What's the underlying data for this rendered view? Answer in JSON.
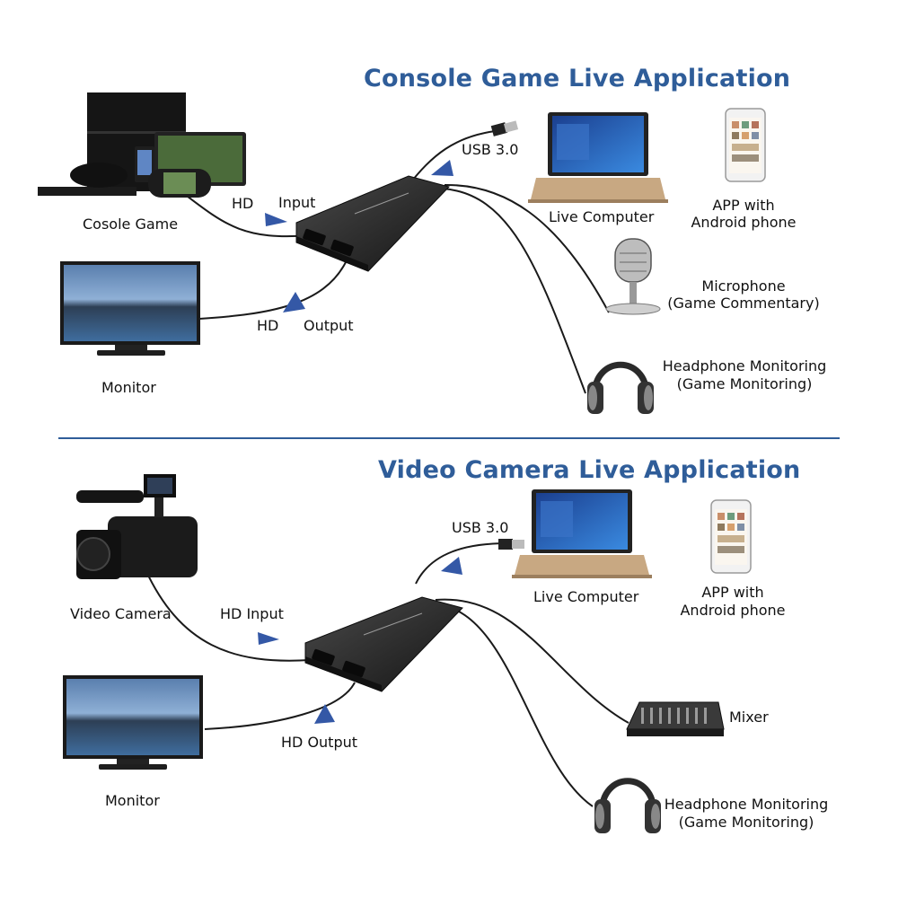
{
  "colors": {
    "accent": "#2f5d99",
    "cable": "#1a1a1a",
    "device": "#2b2b2b"
  },
  "console_section": {
    "title": "Console Game Live Application",
    "source_label": "Cosole Game",
    "hd_in": "HD",
    "input_label": "Input",
    "hd_out": "HD",
    "output_label": "Output",
    "monitor_label": "Monitor",
    "usb_label": "USB 3.0",
    "computer_label": "Live Computer",
    "app_label_1": "APP with",
    "app_label_2": "Android phone",
    "mic_label_1": "Microphone",
    "mic_label_2": "(Game Commentary)",
    "headphone_label_1": "Headphone Monitoring",
    "headphone_label_2": "(Game Monitoring)"
  },
  "camera_section": {
    "title": "Video Camera Live Application",
    "source_label": "Video Camera",
    "hd_input_label": "HD Input",
    "hd_output_label": "HD Output",
    "monitor_label": "Monitor",
    "usb_label": "USB 3.0",
    "computer_label": "Live Computer",
    "app_label_1": "APP with",
    "app_label_2": "Android phone",
    "mixer_label": "Mixer",
    "headphone_label_1": "Headphone Monitoring",
    "headphone_label_2": "(Game Monitoring)"
  },
  "icons": [
    "game-console-icon",
    "capture-card-icon",
    "monitor-icon",
    "laptop-icon",
    "smartphone-icon",
    "microphone-icon",
    "headphones-icon",
    "video-camera-icon",
    "audio-mixer-icon",
    "usb-plug-icon",
    "arrow-icon"
  ]
}
